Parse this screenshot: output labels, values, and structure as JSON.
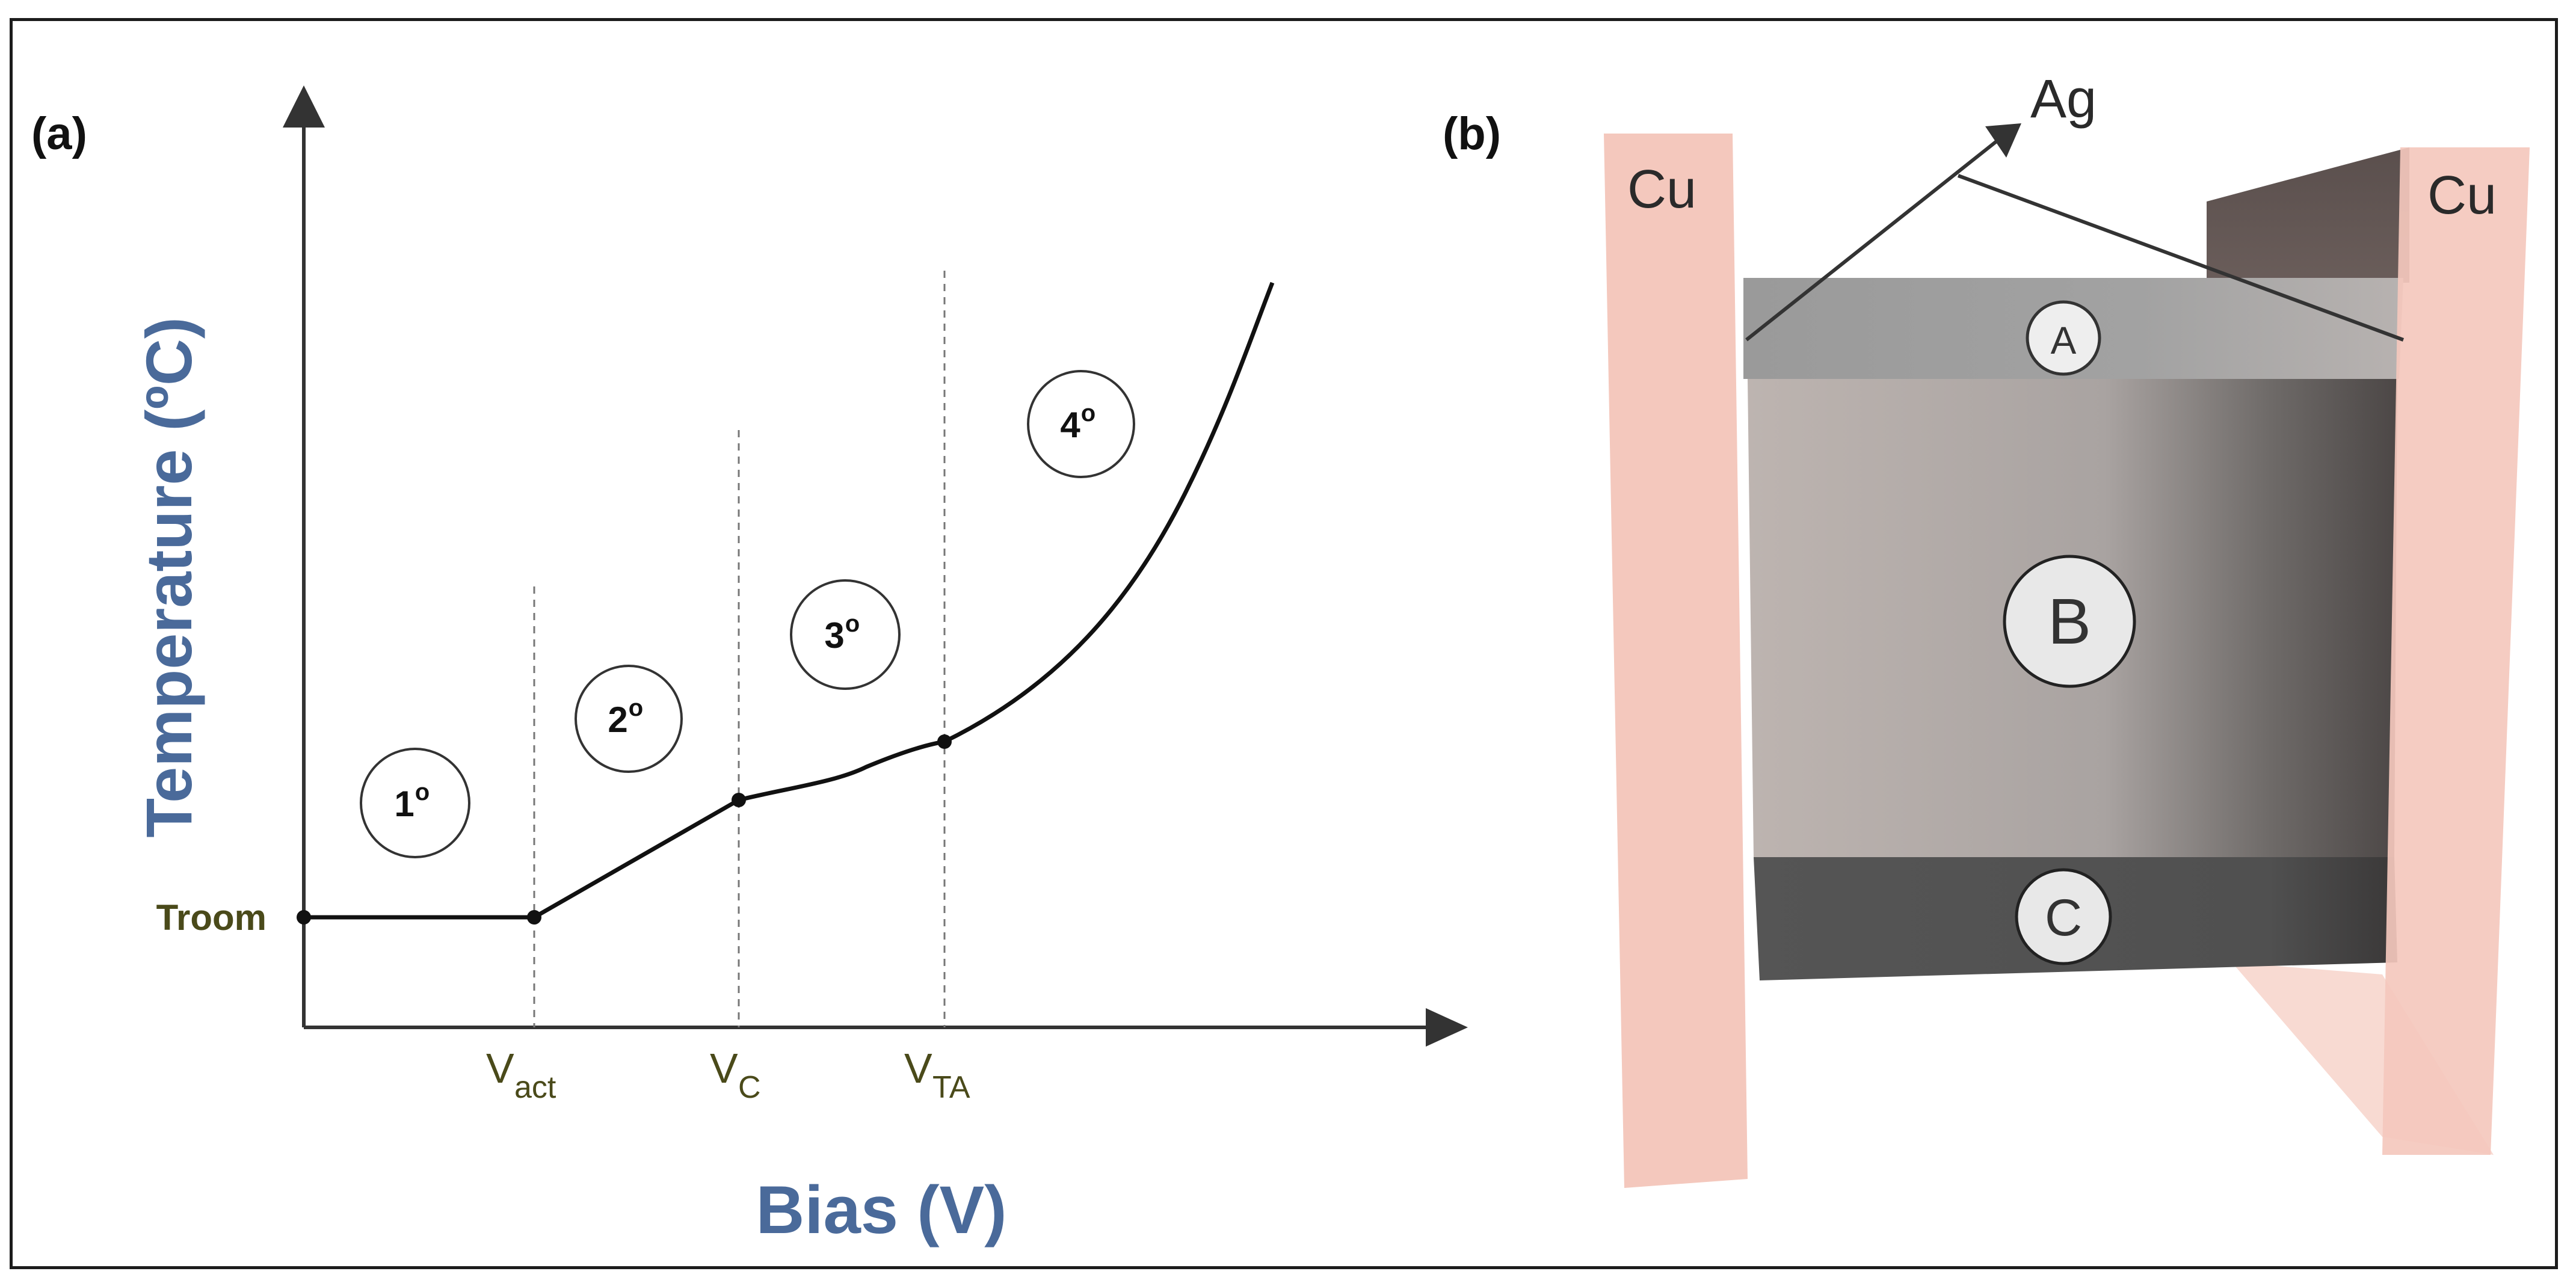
{
  "panel_a": {
    "label": "(a)",
    "y_axis_label": "Temperature (ºC)",
    "x_axis_label": "Bias (V)",
    "y_tick": "Troom",
    "x_ticks": [
      {
        "main": "V",
        "sub": "act"
      },
      {
        "main": "V",
        "sub": "C"
      },
      {
        "main": "V",
        "sub": "TA"
      }
    ],
    "regions": [
      {
        "num": "1",
        "sup": "o"
      },
      {
        "num": "2",
        "sup": "o"
      },
      {
        "num": "3",
        "sup": "o"
      },
      {
        "num": "4",
        "sup": "o"
      }
    ]
  },
  "panel_b": {
    "label": "(b)",
    "left_electrode": "Cu",
    "right_electrode": "Cu",
    "top_contact": "Ag",
    "layers": [
      "A",
      "B",
      "C"
    ]
  },
  "colors": {
    "axis_label": "#4a6a9a",
    "tick_label": "#4a4a1a",
    "copper": "#f4c8bd",
    "dark_layer": "#4a4a4a"
  }
}
